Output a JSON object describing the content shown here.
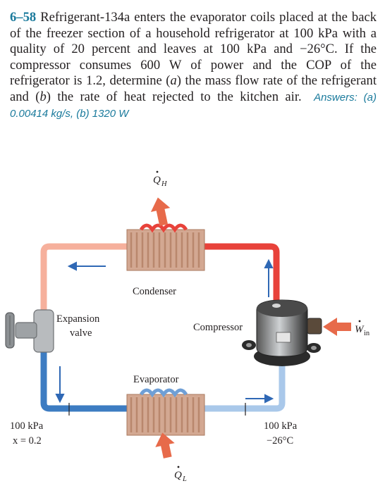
{
  "problem": {
    "number": "6–58",
    "text_parts": [
      "Refrigerant-134a enters the evaporator coils placed at the back of the freezer section of a household refrigerator at 100 kPa with a quality of 20 percent and leaves at 100 kPa and −26°C. If the compressor consumes 600 W of power and the COP of the refrigerator is 1.2, determine (",
      "a",
      ") the mass flow rate of the refrigerant and (",
      "b",
      ") the rate of heat rejected to the kitchen air."
    ],
    "answers": "Answers: (a) 0.00414 kg/s, (b) 1320 W"
  },
  "diagram": {
    "labels": {
      "condenser": "Condenser",
      "evaporator": "Evaporator",
      "compressor": "Compressor",
      "expansion_line1": "Expansion",
      "expansion_line2": "valve",
      "left_pressure": "100 kPa",
      "left_quality": "x = 0.2",
      "right_pressure": "100 kPa",
      "right_temp": "−26°C"
    },
    "symbols": {
      "qh_main": "Q",
      "qh_sub": "H",
      "ql_main": "Q",
      "ql_sub": "L",
      "win_main": "W",
      "win_sub": "in"
    },
    "colors": {
      "hot_line": "#e8423a",
      "hot_light": "#f4a08a",
      "cold_line": "#3d7cc2",
      "cold_light": "#a9c8ea",
      "coil": "#d3a892",
      "arrow": "#e76a4a",
      "flow_arrow": "#2f68b5",
      "answer": "#1a7a9c"
    }
  }
}
